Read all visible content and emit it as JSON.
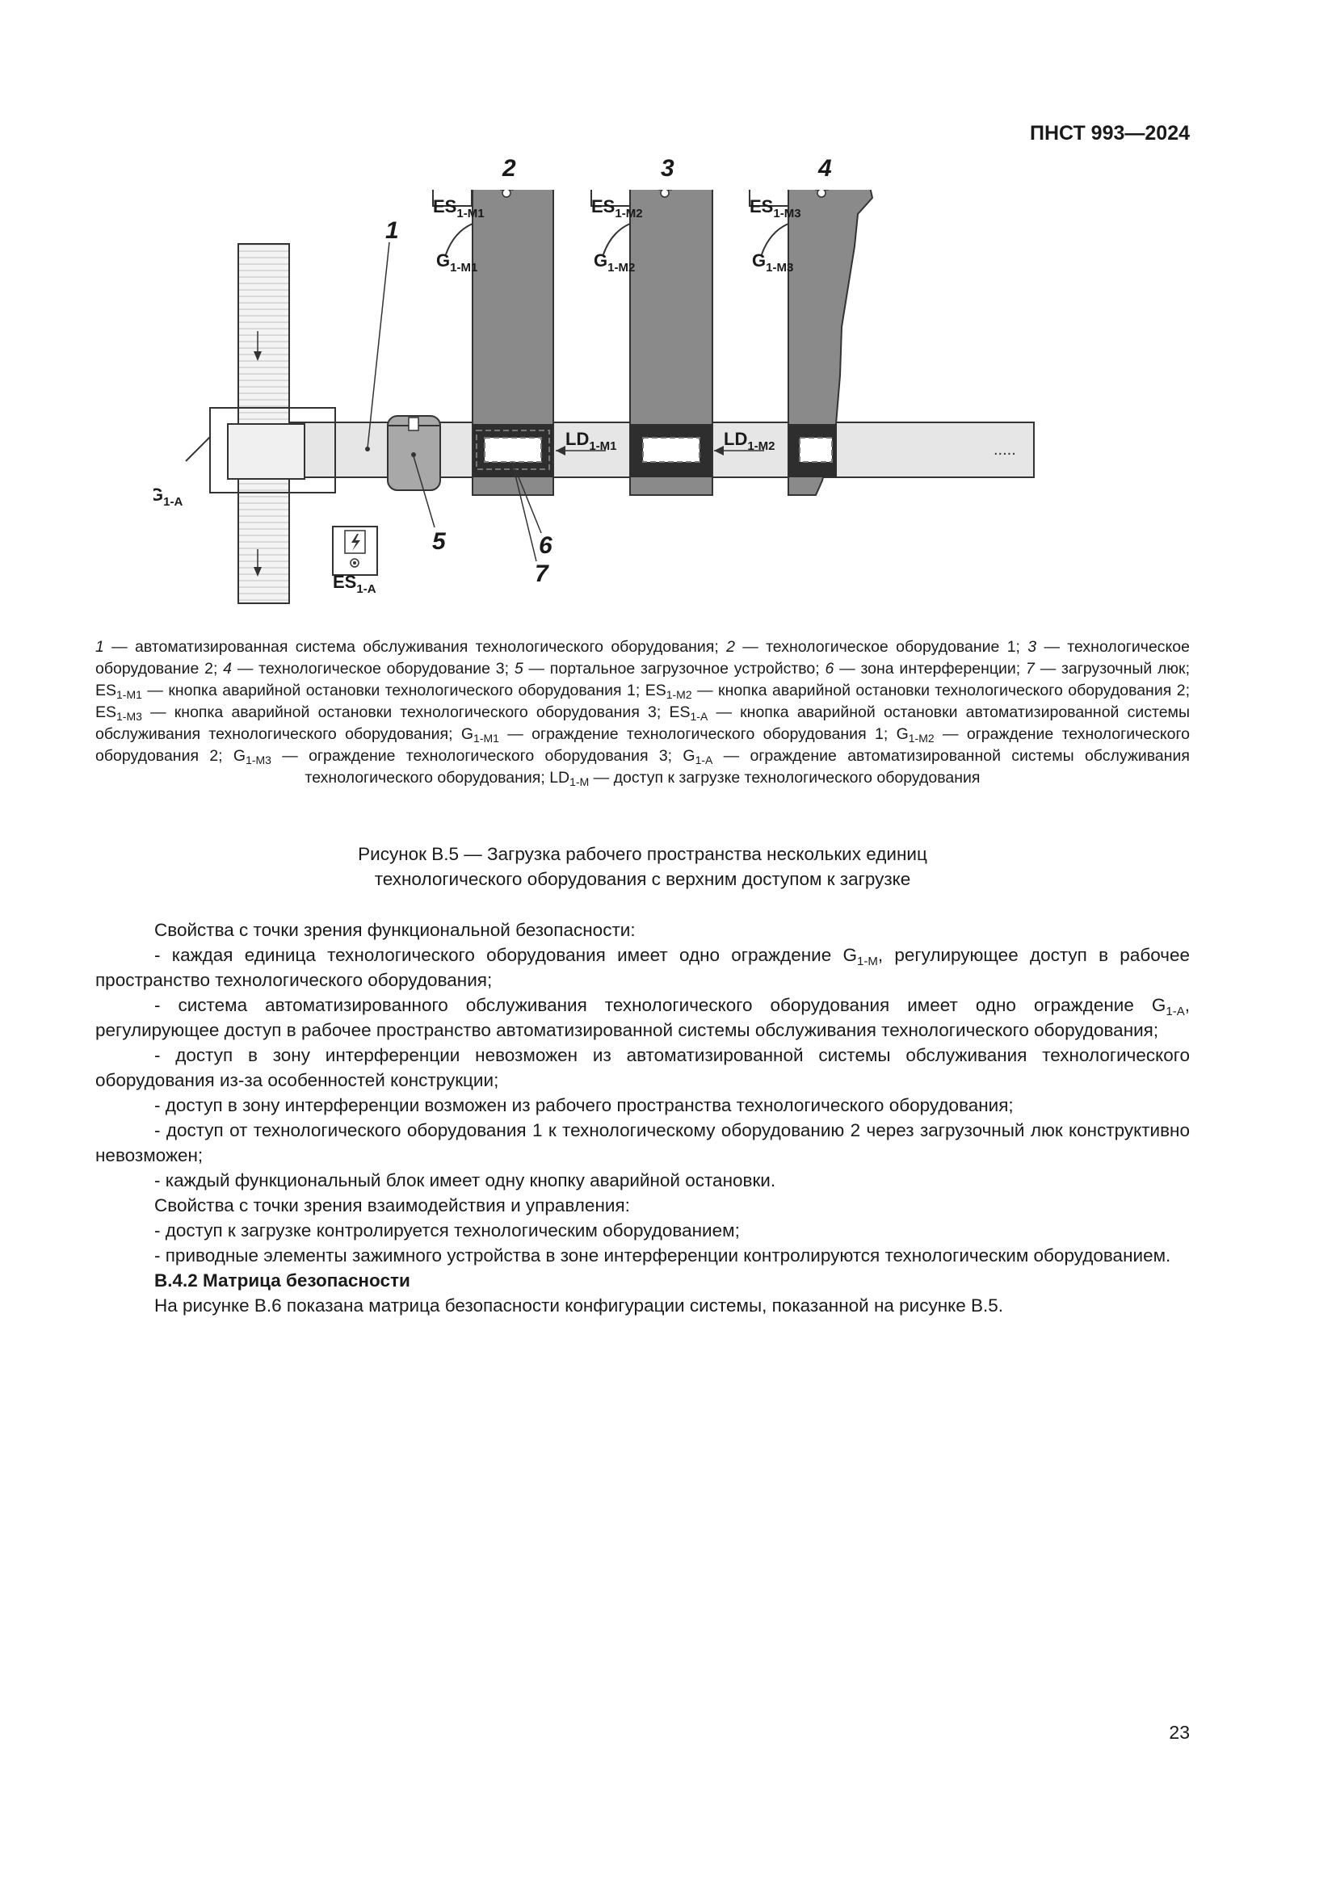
{
  "header": {
    "doc_id": "ПНСТ 993—2024"
  },
  "figure": {
    "callouts": [
      "1",
      "2",
      "3",
      "4",
      "5",
      "6",
      "7"
    ],
    "labels": {
      "es_a": [
        "ES",
        "1-A"
      ],
      "es_m1": [
        "ES",
        "1-M1"
      ],
      "es_m2": [
        "ES",
        "1-M2"
      ],
      "es_m3": [
        "ES",
        "1-M3"
      ],
      "g_a": [
        "G",
        "1-A"
      ],
      "g_m1": [
        "G",
        "1-M1"
      ],
      "g_m2": [
        "G",
        "1-M2"
      ],
      "g_m3": [
        "G",
        "1-M3"
      ],
      "ld_m1": [
        "LD",
        "1-M1"
      ],
      "ld_m2": [
        "LD",
        "1-M2"
      ]
    },
    "icon_names": [
      "emergency-stop-icon",
      "lightning-icon"
    ]
  },
  "legend": {
    "parts": [
      {
        "t": "1",
        "i": true
      },
      {
        "t": " — автоматизированная система обслуживания технологического оборудования; "
      },
      {
        "t": "2",
        "i": true
      },
      {
        "t": " — технологическое оборудование 1; "
      },
      {
        "t": "3",
        "i": true
      },
      {
        "t": " — технологическое оборудование 2; "
      },
      {
        "t": "4",
        "i": true
      },
      {
        "t": " — технологическое оборудование 3; "
      },
      {
        "t": "5",
        "i": true
      },
      {
        "t": " — портальное загрузочное устройство; "
      },
      {
        "t": "6",
        "i": true
      },
      {
        "t": " — зона интерференции; "
      },
      {
        "t": "7",
        "i": true
      },
      {
        "t": " — загрузочный люк; ES"
      },
      {
        "t": "1-M1",
        "s": true
      },
      {
        "t": " — кнопка аварийной остановки технологического оборудования 1; ES"
      },
      {
        "t": "1-M2",
        "s": true
      },
      {
        "t": " — кнопка аварийной остановки технологического оборудования 2; ES"
      },
      {
        "t": "1-M3",
        "s": true
      },
      {
        "t": " — кнопка аварийной остановки технологического оборудования 3; ES"
      },
      {
        "t": "1-A",
        "s": true
      },
      {
        "t": " — кнопка аварийной остановки автоматизированной системы обслуживания технологического оборудования; G"
      },
      {
        "t": "1-M1",
        "s": true
      },
      {
        "t": " — ограждение технологического оборудования 1; G"
      },
      {
        "t": "1-M2",
        "s": true
      },
      {
        "t": " — ограждение технологического оборудования 2; G"
      },
      {
        "t": "1-M3",
        "s": true
      },
      {
        "t": " — ограждение технологического оборудования 3; G"
      },
      {
        "t": "1-A",
        "s": true
      },
      {
        "t": " — ограждение автоматизированной системы обслуживания технологического оборудования; LD"
      },
      {
        "t": "1-M",
        "s": true
      },
      {
        "t": " — доступ к загрузке технологического оборудования"
      }
    ]
  },
  "caption": {
    "line1": "Рисунок В.5 — Загрузка рабочего пространства нескольких единиц",
    "line2": "технологического оборудования с верхним доступом к загрузке"
  },
  "body": {
    "paragraphs": [
      {
        "cls": "ind",
        "parts": [
          {
            "t": "Свойства с точки зрения функциональной безопасности:"
          }
        ]
      },
      {
        "cls": "ind",
        "parts": [
          {
            "t": "- каждая единица технологического оборудования имеет одно ограждение G"
          },
          {
            "t": "1-M",
            "s": true
          },
          {
            "t": ", регулирующее доступ в рабочее пространство технологического оборудования;"
          }
        ]
      },
      {
        "cls": "ind",
        "parts": [
          {
            "t": "- система автоматизированного обслуживания технологического оборудования имеет одно ограждение G"
          },
          {
            "t": "1-A",
            "s": true
          },
          {
            "t": ", регулирующее доступ в рабочее пространство автоматизированной системы обслуживания технологического оборудования;"
          }
        ]
      },
      {
        "cls": "ind",
        "parts": [
          {
            "t": "- доступ в зону интерференции невозможен из автоматизированной системы обслуживания технологического оборудования из-за особенностей конструкции;"
          }
        ]
      },
      {
        "cls": "ind",
        "parts": [
          {
            "t": "- доступ в зону интерференции возможен из рабочего пространства технологического оборудования;"
          }
        ]
      },
      {
        "cls": "ind",
        "parts": [
          {
            "t": "- доступ от технологического оборудования 1 к технологическому оборудованию 2 через загрузочный люк конструктивно невозможен;"
          }
        ]
      },
      {
        "cls": "ind",
        "parts": [
          {
            "t": "- каждый функциональный блок имеет одну кнопку аварийной остановки."
          }
        ]
      },
      {
        "cls": "ind",
        "parts": [
          {
            "t": "Свойства с точки зрения взаимодействия и управления:"
          }
        ]
      },
      {
        "cls": "ind",
        "parts": [
          {
            "t": "- доступ к загрузке контролируется технологическим оборудованием;"
          }
        ]
      },
      {
        "cls": "ind",
        "parts": [
          {
            "t": "- приводные элементы зажимного устройства в зоне интерференции контролируются технологическим оборудованием."
          }
        ]
      },
      {
        "cls": "ind sect-head",
        "parts": [
          {
            "t": "В.4.2 Матрица безопасности"
          }
        ]
      },
      {
        "cls": "ind",
        "parts": [
          {
            "t": "На рисунке В.6 показана матрица безопасности конфигурации системы, показанной на рисунке В.5."
          }
        ]
      }
    ]
  },
  "footer": {
    "page_number": "23"
  }
}
